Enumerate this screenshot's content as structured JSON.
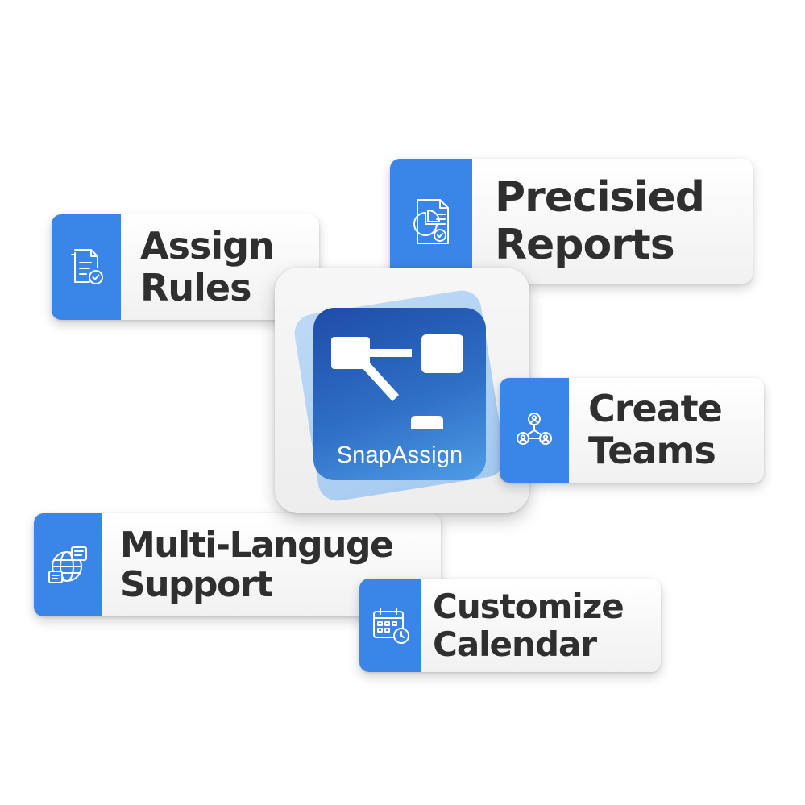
{
  "app": {
    "name": "SnapAssign",
    "icon": "snapassign-logo",
    "colors": {
      "accent": "#3a86e8",
      "icon_dark": "#1e4ca8",
      "icon_light": "#4f9ce6",
      "text": "#2f2f2f"
    }
  },
  "features": {
    "assign_rules": {
      "line1": "Assign",
      "line2": "Rules",
      "icon": "document-check-icon"
    },
    "reports": {
      "line1": "Precisied",
      "line2": "Reports",
      "icon": "report-pie-chart-icon"
    },
    "teams": {
      "line1": "Create",
      "line2": "Teams",
      "icon": "team-network-icon"
    },
    "multilang": {
      "line1": "Multi-Languge",
      "line2": "Support",
      "icon": "globe-translate-icon"
    },
    "calendar": {
      "line1": "Customize",
      "line2": "Calendar",
      "icon": "calendar-clock-icon"
    }
  }
}
